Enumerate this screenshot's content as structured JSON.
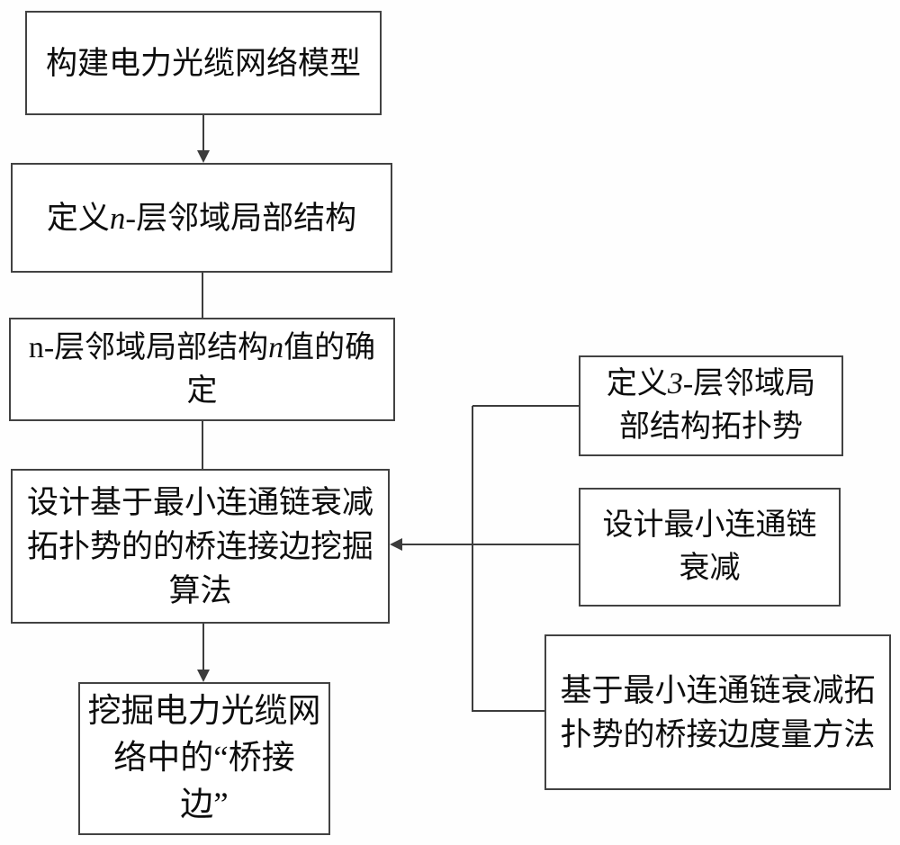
{
  "page": {
    "background_color": "#fefefe",
    "line_color": "#3c3c3c",
    "border_color": "#424242",
    "text_color": "#0d0d0d"
  },
  "flowchart": {
    "left_column": [
      {
        "id": "build-network-model",
        "text": "构建电力光缆网络模型",
        "segments": [
          {
            "t": "构建电力光缆网络模型"
          }
        ]
      },
      {
        "id": "define-n-layer-structure",
        "text": "定义n-层邻域局部结构",
        "segments": [
          {
            "t": "定义"
          },
          {
            "t": "n-",
            "i": true
          },
          {
            "t": "层邻域局部结构"
          }
        ]
      },
      {
        "id": "determine-n-value",
        "text": "n-层邻域局部结构n值的确定",
        "segments": [
          {
            "t": "n-层邻域局部结构"
          },
          {
            "t": "n",
            "i": true
          },
          {
            "t": "值的确"
          },
          {
            "br": true
          },
          {
            "t": "定"
          }
        ]
      },
      {
        "id": "design-bridge-edge-mining-algorithm",
        "text": "设计基于最小连通链衰减拓扑势的的桥连接边挖掘算法",
        "segments": [
          {
            "t": "设计基于最小连通链衰减"
          },
          {
            "br": true
          },
          {
            "t": "拓扑势的的桥连接边挖掘"
          },
          {
            "br": true
          },
          {
            "t": "算法"
          }
        ]
      },
      {
        "id": "mine-bridge-edges",
        "text": "挖掘电力光缆网络中的“桥接边”",
        "segments": [
          {
            "t": "挖掘电力光缆网"
          },
          {
            "br": true
          },
          {
            "t": "络中的“桥接"
          },
          {
            "br": true
          },
          {
            "t": "边”"
          }
        ]
      }
    ],
    "right_column": [
      {
        "id": "define-3-layer-topology-potential",
        "text": "定义3-层邻域局部结构拓扑势",
        "segments": [
          {
            "t": "定义"
          },
          {
            "t": "3-",
            "i": true
          },
          {
            "t": "层邻域局"
          },
          {
            "br": true
          },
          {
            "t": "部结构拓扑势"
          }
        ]
      },
      {
        "id": "design-min-connected-chain-attenuation",
        "text": "设计最小连通链衰减",
        "segments": [
          {
            "t": "设计最小连通链"
          },
          {
            "br": true
          },
          {
            "t": "衰减"
          }
        ]
      },
      {
        "id": "bridge-edge-measurement-method",
        "text": "基于最小连通链衰减拓扑势的桥接边度量方法",
        "segments": [
          {
            "t": "基于最小连通链衰减拓"
          },
          {
            "br": true
          },
          {
            "t": "扑势的桥接边度量方法"
          }
        ]
      }
    ]
  }
}
